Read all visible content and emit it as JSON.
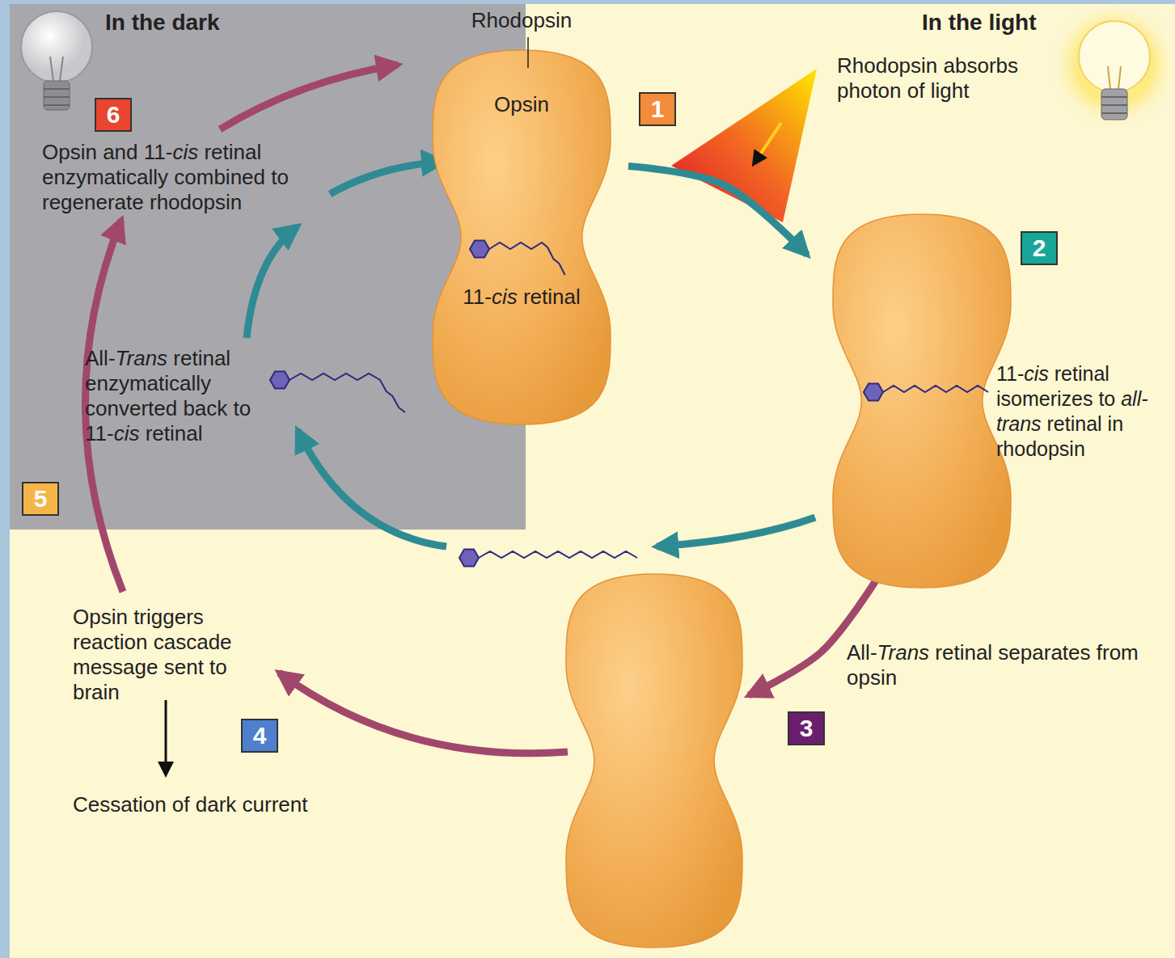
{
  "diagram": {
    "nodes": [
      {
        "text": [
          "Rhodopsin",
          "Opsin",
          "11-cis retinal"
        ]
      },
      {
        "text": [
          "11-cis retinal isomerizes to all-trans retinal in rhodopsin"
        ]
      },
      {
        "text": [
          "All-Trans retinal separates from opsin"
        ]
      }
    ],
    "edges": [
      {
        "from": 0,
        "to": 1,
        "arrow": "to"
      },
      {
        "from": 1,
        "to": 2,
        "arrow": "to"
      }
    ],
    "labels": [
      "In the dark",
      "In the light",
      "1",
      "Rhodopsin absorbs photon of light",
      "2",
      "3",
      "Opsin triggers reaction cascade message sent to brain",
      "Cessation of dark current",
      "4",
      "All-Trans retinal enzymatically converted back to 11-cis retinal",
      "5",
      "Opsin and 11-cis retinal enzymatically combined to regenerate rhodopsin",
      "6"
    ]
  }
}
